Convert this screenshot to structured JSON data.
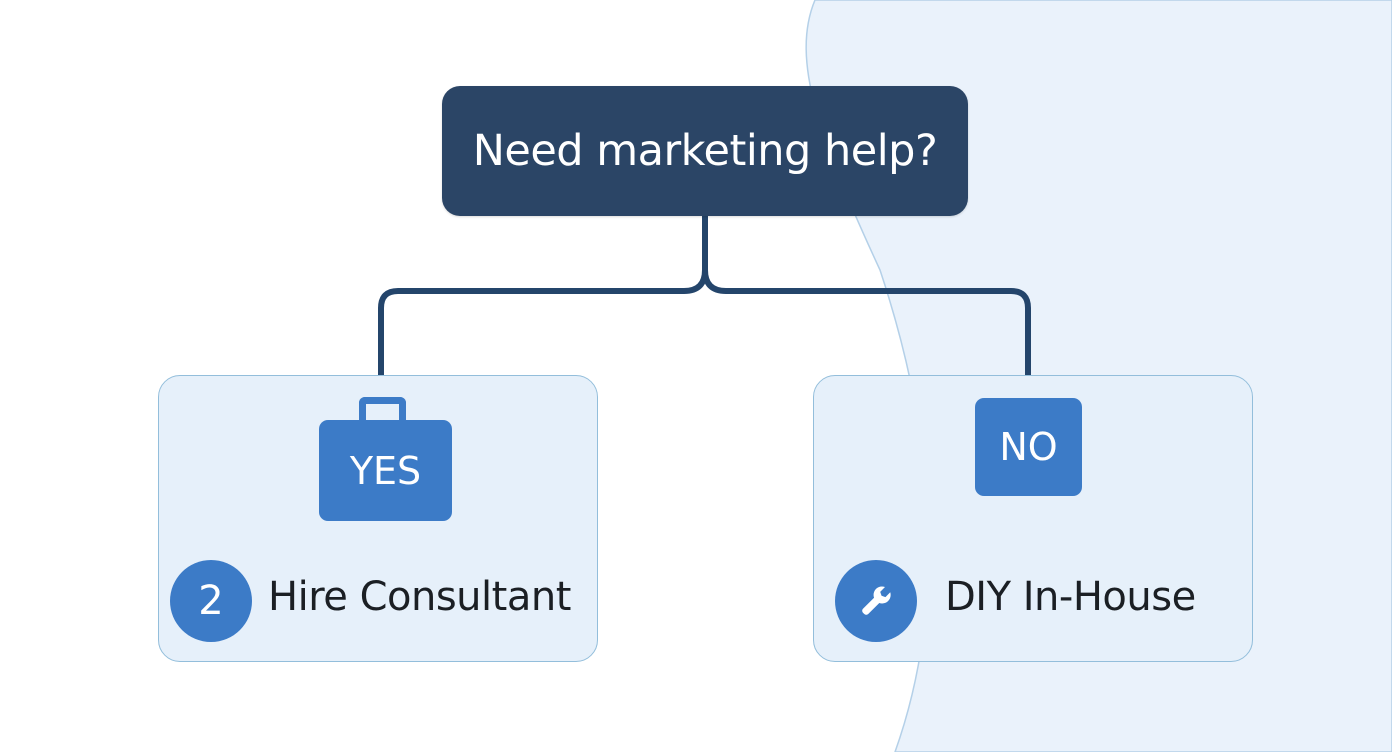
{
  "colors": {
    "navy": "#2b4566",
    "connector": "#24456b",
    "accent_blue": "#3c7bc7",
    "card_fill": "#e6f0fa",
    "card_border": "#93bedb",
    "bg_blob": "#eaf2fb",
    "bg_blob_edge": "#b4d0e8"
  },
  "question": {
    "text": "Need marketing help?"
  },
  "options": {
    "yes": {
      "badge": "YES",
      "badge_icon": "briefcase-icon",
      "circle": "2",
      "label": "Hire Consultant"
    },
    "no": {
      "badge": "NO",
      "circle_icon": "wrench-icon",
      "label": "DIY In-House"
    }
  }
}
